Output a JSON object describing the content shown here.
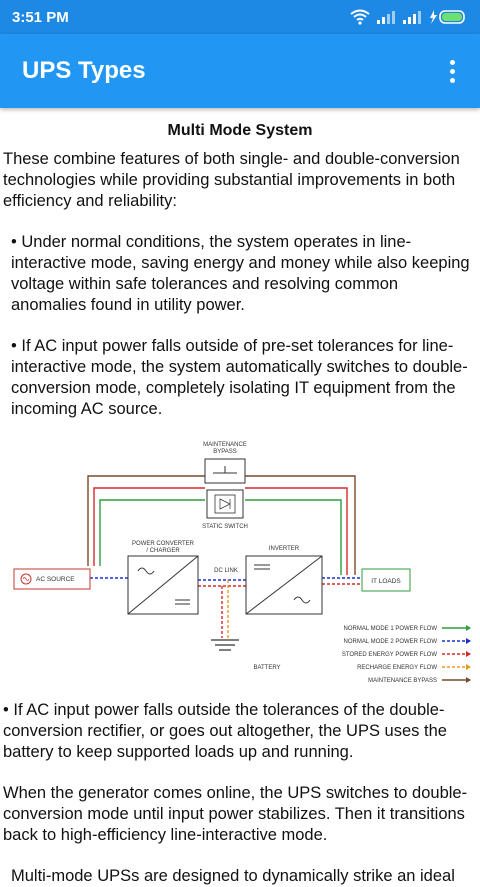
{
  "status": {
    "time": "3:51 PM"
  },
  "appbar": {
    "title": "UPS Types"
  },
  "content": {
    "heading": "Multi Mode System",
    "intro": "These combine features of both single- and double-conversion technologies while providing substantial improvements in both efficiency and reliability:",
    "bullet1": "• Under normal conditions, the system operates in line-interactive mode, saving energy and money while also keeping voltage within safe tolerances and resolving common anomalies found in utility power.",
    "bullet2": "• If AC input power falls outside of pre-set tolerances for line-interactive mode, the system automatically switches to double-conversion mode, completely isolating IT equipment from the incoming AC source.",
    "bullet3": "• If AC input power falls outside the tolerances of the double-conversion rectifier, or goes out altogether, the UPS uses the battery to keep supported loads up and running.",
    "para_generator": "When the generator comes online, the UPS switches to double-conversion mode until input power stabilizes. Then it transitions back to high-efficiency line-interactive mode.",
    "para_partial": "Multi-mode UPSs are designed to dynamically strike an ideal"
  },
  "diagram": {
    "maintenance_bypass_1": "MAINTENANCE",
    "maintenance_bypass_2": "BYPASS",
    "static_switch": "STATIC SWITCH",
    "converter_1": "POWER CONVERTER",
    "converter_2": "/ CHARGER",
    "inverter": "INVERTER",
    "dc_link": "DC LINK",
    "ac_source": "AC SOURCE",
    "it_loads": "IT LOADS",
    "battery": "BATTERY",
    "legend": [
      {
        "label": "NORMAL MODE 1 POWER FLOW",
        "color": "#2e9e3e"
      },
      {
        "label": "NORMAL MODE 2 POWER FLOW",
        "color": "#1a2fd6"
      },
      {
        "label": "STORED ENERGY POWER FLOW",
        "color": "#d62a2a"
      },
      {
        "label": "RECHARGE ENERGY FLOW",
        "color": "#e89a1e"
      },
      {
        "label": "MAINTENANCE BYPASS",
        "color": "#7a4a2a"
      }
    ]
  },
  "colors": {
    "statusbar": "#1e88e5",
    "appbar": "#2196f3"
  }
}
